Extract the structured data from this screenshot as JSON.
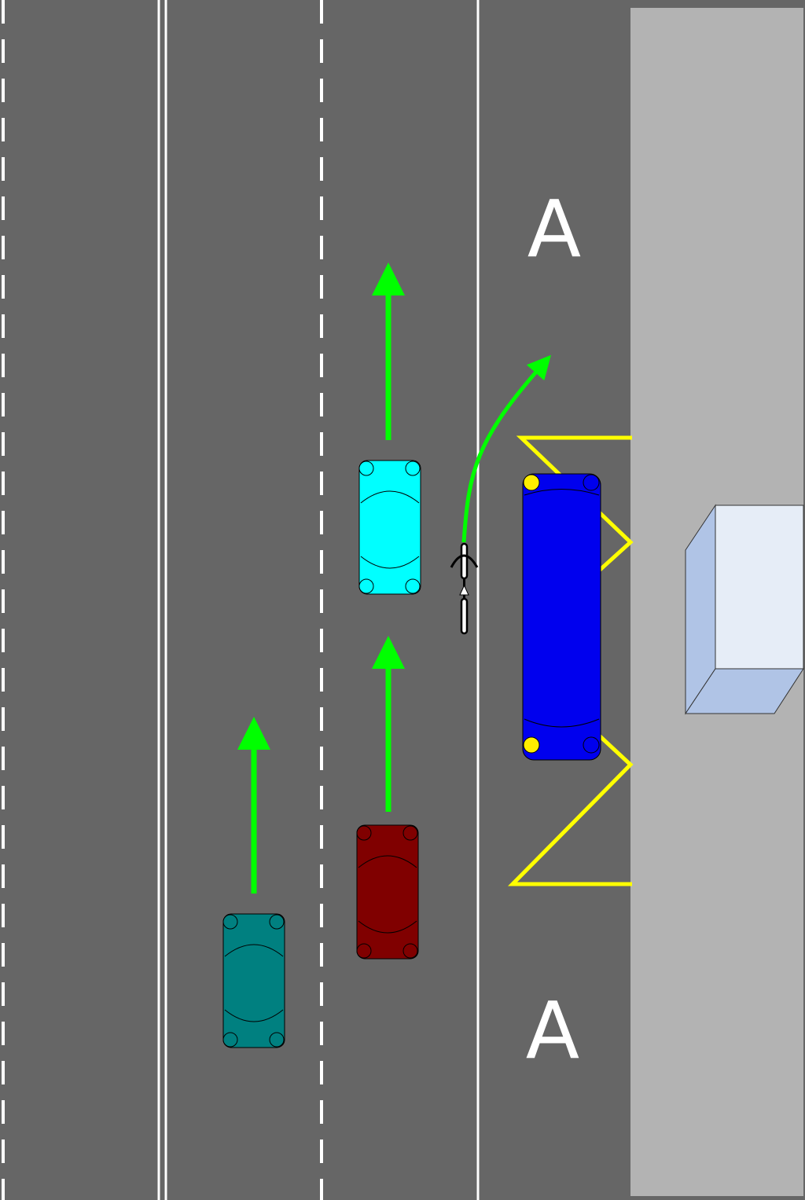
{
  "labels": {
    "bus_lane_top": "A",
    "bus_lane_bottom": "A"
  },
  "colors": {
    "road": "#666666",
    "sidewalk": "#b3b3b3",
    "lane_marking": "#ffffff",
    "bus_stop_marking": "#ffff00",
    "direction_arrow": "#00ff00",
    "car_cyan": "#00ffff",
    "car_red": "#800000",
    "car_teal": "#008080",
    "bus": "#0000ee",
    "bus_indicator": "#ffee00",
    "shelter_side": "#b0c4e6",
    "shelter_front": "#e6edf7"
  },
  "vehicles": [
    {
      "name": "car-cyan",
      "type": "car",
      "color": "#00ffff"
    },
    {
      "name": "car-red",
      "type": "car",
      "color": "#800000"
    },
    {
      "name": "car-teal",
      "type": "car",
      "color": "#008080"
    },
    {
      "name": "bus-blue",
      "type": "bus",
      "color": "#0000ee"
    },
    {
      "name": "bicycle",
      "type": "bicycle",
      "color": "#000000"
    }
  ]
}
